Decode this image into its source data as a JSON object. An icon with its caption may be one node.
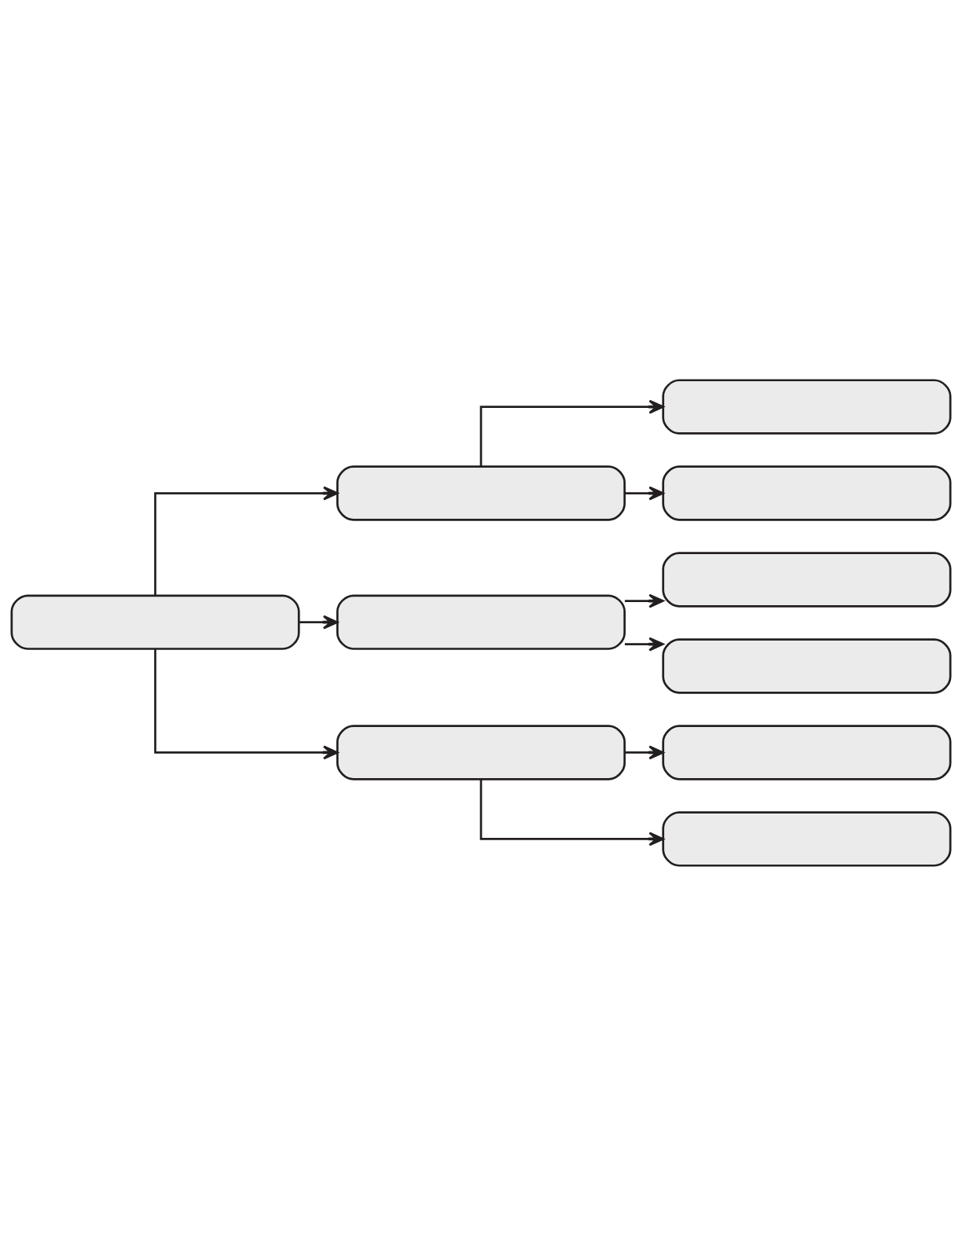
{
  "diagram": {
    "nodes": [
      {
        "text": [],
        "shape": "box"
      },
      {
        "text": [],
        "shape": "box"
      },
      {
        "text": [],
        "shape": "box"
      },
      {
        "text": [],
        "shape": "box"
      },
      {
        "text": [],
        "shape": "box"
      },
      {
        "text": [],
        "shape": "box"
      },
      {
        "text": [],
        "shape": "box"
      },
      {
        "text": [],
        "shape": "box"
      },
      {
        "text": [],
        "shape": "box"
      },
      {
        "text": [],
        "shape": "box"
      }
    ],
    "edges": [
      {
        "from": 0,
        "to": 1,
        "arrow": "to"
      },
      {
        "from": 1,
        "to": 2,
        "arrow": "to"
      },
      {
        "from": 1,
        "to": 3,
        "arrow": "to"
      },
      {
        "from": 0,
        "to": 4,
        "arrow": "to"
      },
      {
        "from": 4,
        "to": 5,
        "arrow": "to"
      },
      {
        "from": 4,
        "to": 6,
        "arrow": "to"
      },
      {
        "from": 0,
        "to": 7,
        "arrow": "to"
      },
      {
        "from": 7,
        "to": 8,
        "arrow": "to"
      },
      {
        "from": 7,
        "to": 9,
        "arrow": "to"
      }
    ]
  }
}
